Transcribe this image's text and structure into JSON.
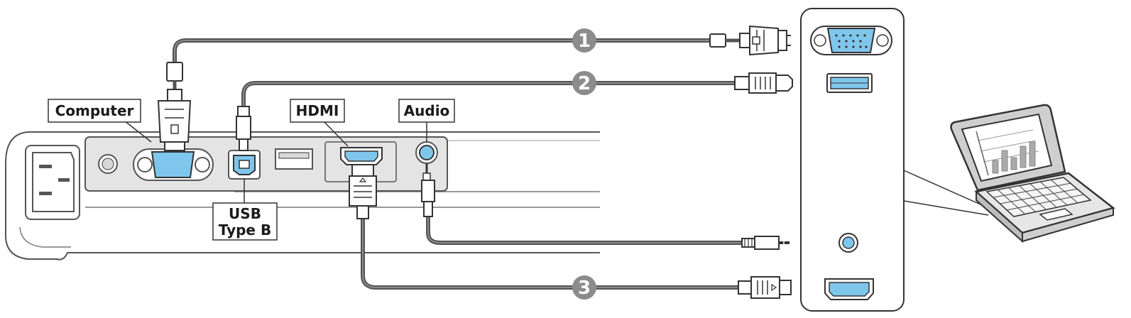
{
  "labels": {
    "computer": "Computer",
    "hdmi": "HDMI",
    "audio": "Audio",
    "usb_line1": "USB",
    "usb_line2": "Type B"
  },
  "cable_numbers": {
    "vga": "1",
    "usb": "2",
    "hdmi": "3"
  },
  "colors": {
    "port_fill": "#7fc6ec",
    "cable": "#545454",
    "badge": "#8c8c8c",
    "panel": "#e4e4e4"
  }
}
